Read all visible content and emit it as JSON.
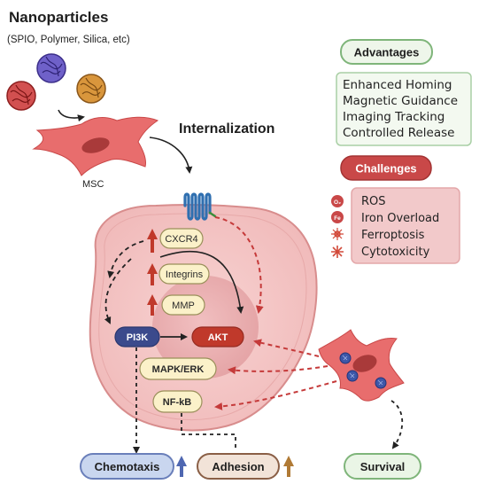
{
  "title": "Nanoparticles",
  "subtitle": "(SPIO, Polymer, Silica, etc)",
  "internalization_label": "Internalization",
  "msc_label": "MSC",
  "advantages": {
    "title": "Advantages",
    "items": [
      "Enhanced Homing",
      "Magnetic Guidance",
      "Imaging Tracking",
      "Controlled Release"
    ]
  },
  "challenges": {
    "title": "Challenges",
    "items": [
      "ROS",
      "Iron Overload",
      "Ferroptosis",
      "Cytotoxicity"
    ],
    "icon_labels": [
      "O₂",
      "Fe"
    ]
  },
  "pathway": {
    "cxcr4": "CXCR4",
    "integrins": "Integrins",
    "mmp": "MMP",
    "pi3k": "PI3K",
    "akt": "AKT",
    "mapk": "MAPK/ERK",
    "nfkb": "NF-kB"
  },
  "outcomes": {
    "chemotaxis": "Chemotaxis",
    "adhesion": "Adhesion",
    "survival": "Survival"
  },
  "nanoparticle_colors": [
    "#c0392b",
    "#5b4bb7",
    "#c9832a"
  ],
  "colors": {
    "cell_fill": "#f5c7c6",
    "nucleus_fill": "#ecb1b2",
    "accent_red": "#c53a3a",
    "advantages_border": "#9fc99c",
    "challenges_fill": "#f2c9ca"
  }
}
